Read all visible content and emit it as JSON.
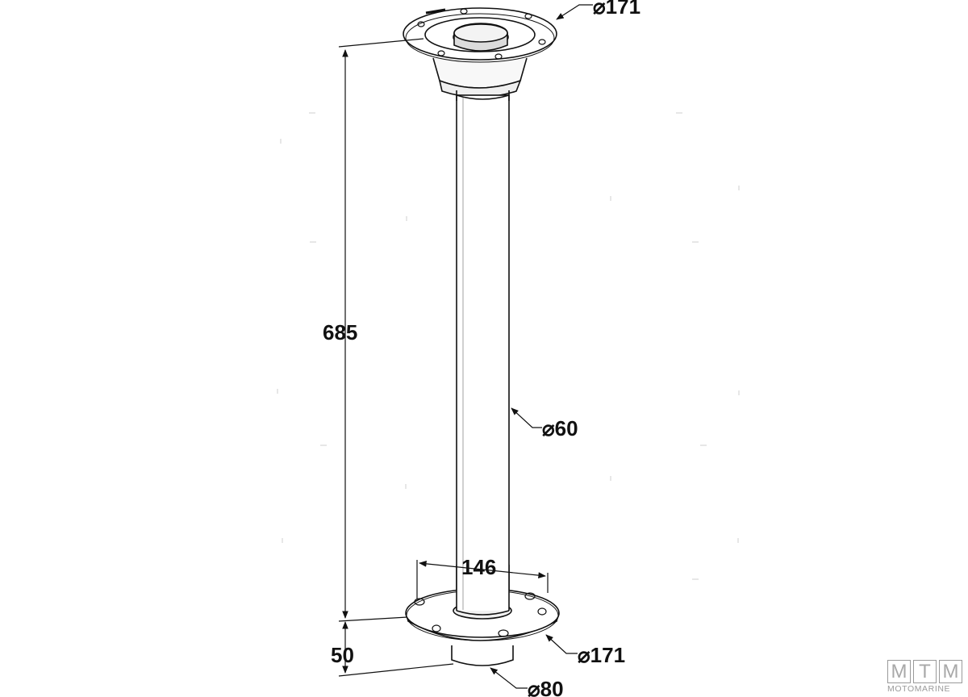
{
  "dimensions": {
    "top_flange_diameter": "⌀171",
    "tube_diameter": "⌀60",
    "overall_height": "685",
    "bolt_spacing": "146",
    "base_flange_diameter": "⌀171",
    "spigot_height": "50",
    "spigot_diameter": "⌀80"
  },
  "logo": {
    "letters": [
      "M",
      "T",
      "M"
    ],
    "name": "MOTOMARINE"
  },
  "colors": {
    "line": "#111111",
    "shade": "#d9d9d9",
    "logo": "#a0a0a0"
  }
}
